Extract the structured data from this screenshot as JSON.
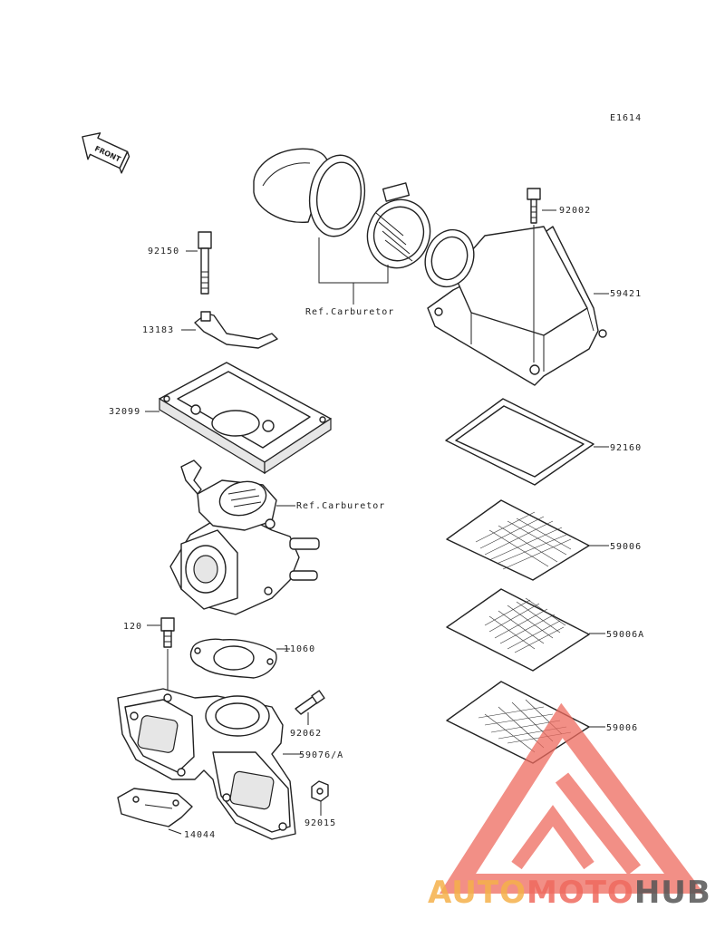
{
  "diagram_code": "E1614",
  "front_label": "FRONT",
  "watermark": {
    "part1": "AUTO",
    "part2": "MOTO",
    "part3": "HUB",
    "color1": "#f5b04a",
    "color2": "#ee6a5e",
    "color3": "#555555"
  },
  "labels": {
    "l92002": "92002",
    "l59421": "59421",
    "ref_carb_top": "Ref.Carburetor",
    "l92150": "92150",
    "l13183": "13183",
    "l32099": "32099",
    "l92160": "92160",
    "ref_carb_mid": "Ref.Carburetor",
    "l59006_1": "59006",
    "l59006A": "59006A",
    "l120": "120",
    "l11060": "11060",
    "l59006_2": "59006",
    "l92062": "92062",
    "l59076": "59076/A",
    "l92015": "92015",
    "l14044": "14044"
  }
}
